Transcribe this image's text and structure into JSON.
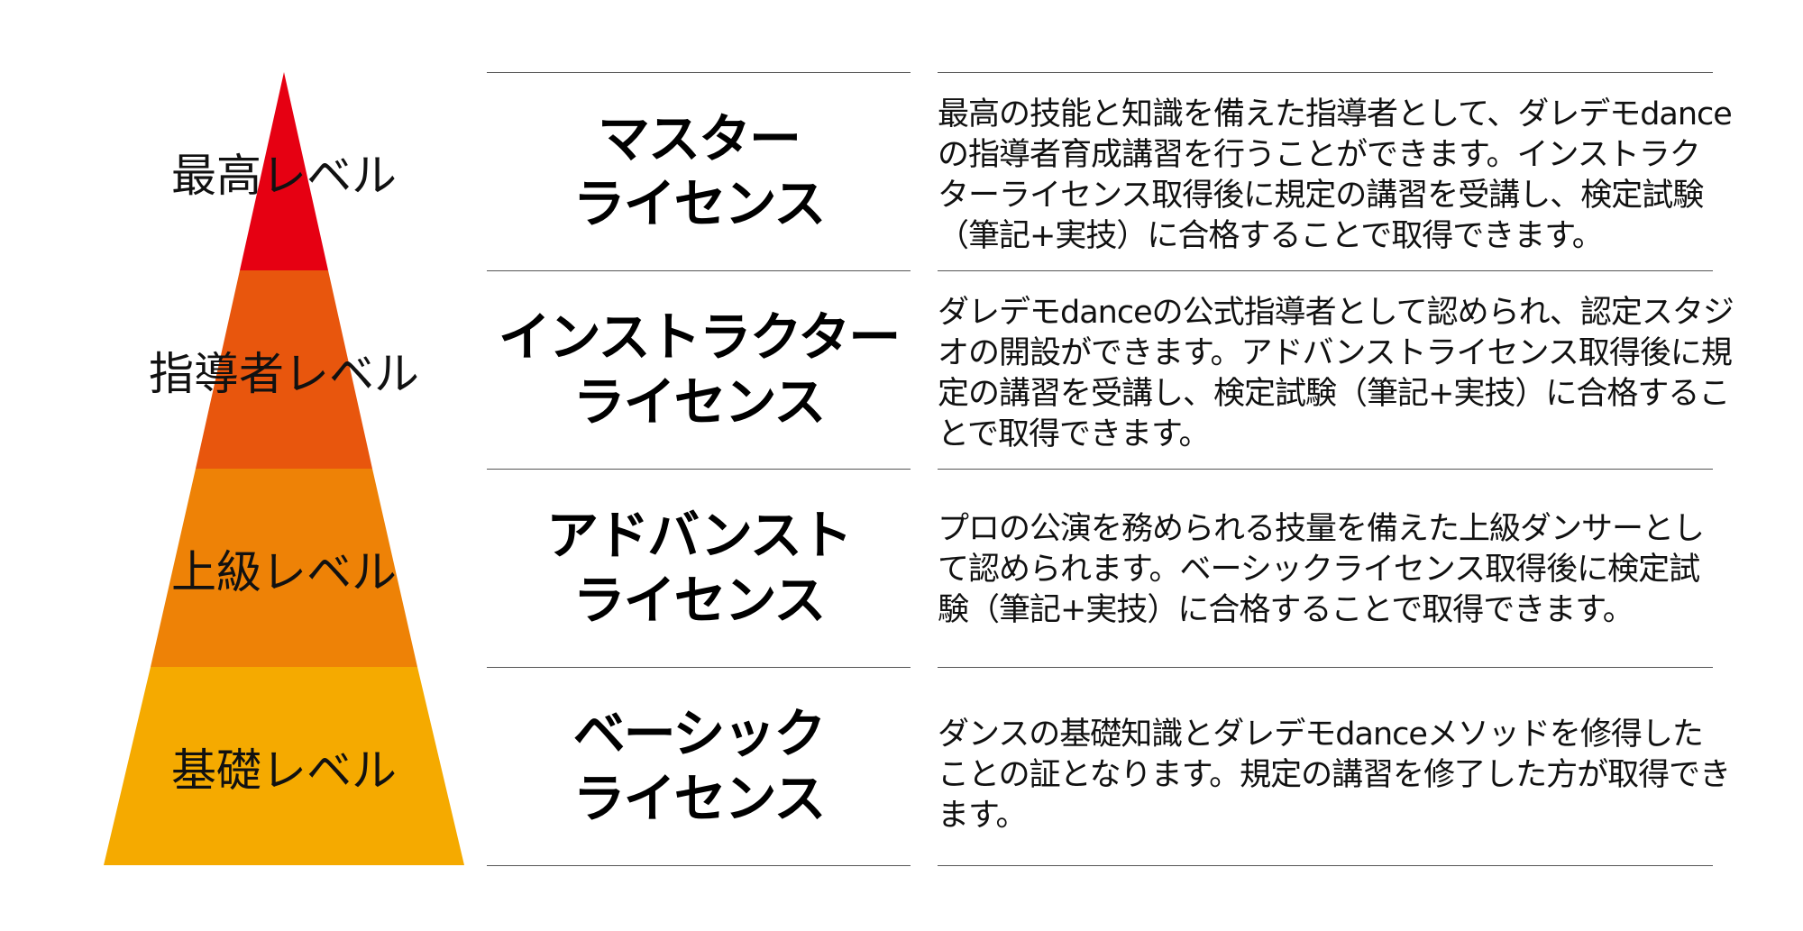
{
  "colors": {
    "tier_master": "#e60012",
    "tier_instructor": "#e8560d",
    "tier_advanced": "#ee8206",
    "tier_basic": "#f5aa00"
  },
  "tiers": [
    {
      "level": "最高レベル",
      "license_lines": [
        "マスター",
        "ライセンス"
      ],
      "description_lines": [
        "最高の技能と知識を備えた指導者として、ダレデモdance",
        "の指導者育成講習を行うことができます。インストラク",
        "ターライセンス取得後に規定の講習を受講し、検定試験",
        "（筆記+実技）に合格することで取得できます。"
      ]
    },
    {
      "level": "指導者レベル",
      "license_lines": [
        "インストラクター",
        "ライセンス"
      ],
      "description_lines": [
        "ダレデモdanceの公式指導者として認められ、認定スタジ",
        "オの開設ができます。アドバンストライセンス取得後に規",
        "定の講習を受講し、検定試験（筆記+実技）に合格するこ",
        "とで取得できます。"
      ]
    },
    {
      "level": "上級レベル",
      "license_lines": [
        "アドバンスト",
        "ライセンス"
      ],
      "description_lines": [
        "プロの公演を務められる技量を備えた上級ダンサーとし",
        "て認められます。ベーシックライセンス取得後に検定試",
        "験（筆記+実技）に合格することで取得できます。"
      ]
    },
    {
      "level": "基礎レベル",
      "license_lines": [
        "ベーシック",
        "ライセンス"
      ],
      "description_lines": [
        "ダンスの基礎知識とダレデモdanceメソッドを修得した",
        "ことの証となります。規定の講習を修了した方が取得でき",
        "ます。"
      ]
    }
  ]
}
